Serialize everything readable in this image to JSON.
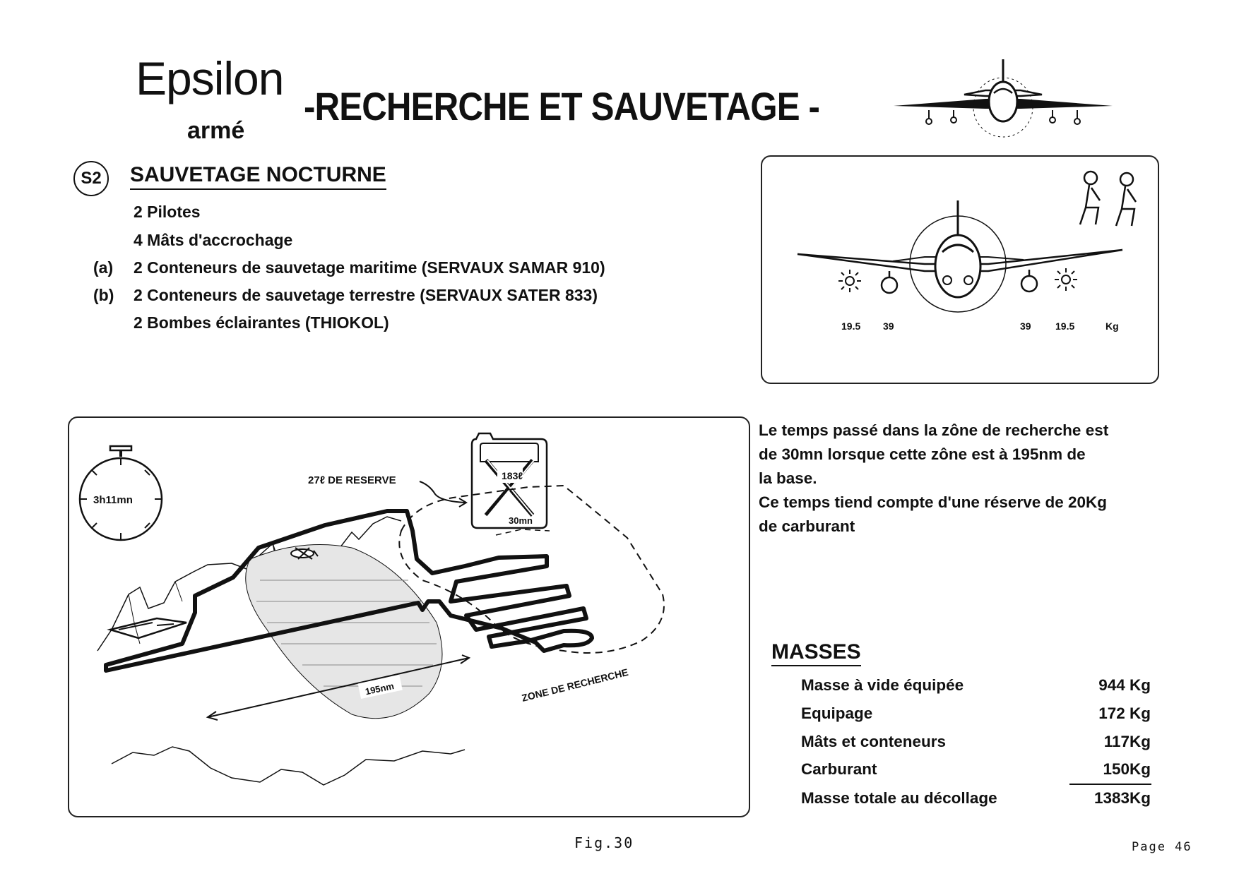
{
  "header": {
    "brand": "Epsilon",
    "brand_sub": "armé",
    "title": "-RECHERCHE ET SAUVETAGE -"
  },
  "section": {
    "badge": "S2",
    "title": "SAUVETAGE NOCTURNE"
  },
  "equipment": [
    {
      "tag": "",
      "text": "2 Pilotes"
    },
    {
      "tag": "",
      "text": "4 Mâts d'accrochage"
    },
    {
      "tag": "(a)",
      "text": "2 Conteneurs de sauvetage maritime  (SERVAUX SAMAR 910)"
    },
    {
      "tag": "(b)",
      "text": "2 Conteneurs de sauvetage terrestre (SERVAUX SATER 833)"
    },
    {
      "tag": "",
      "text": "2 Bombes éclairantes (THIOKOL)"
    }
  ],
  "loadout": {
    "labels": [
      "19.5",
      "39",
      "39",
      "19.5",
      "Kg"
    ]
  },
  "mission_map": {
    "timer": "3h11mn",
    "reserve_label": "27ℓ DE RESERVE",
    "jerrycan": "183ℓ",
    "duration": "30mn",
    "distance": "195nm",
    "zone": "ZONE DE RECHERCHE"
  },
  "note": {
    "lines": [
      "Le temps passé dans la zône de recherche est",
      "de 30mn lorsque cette zône est à 195nm de",
      "la base.",
      "Ce temps tiend compte d'une réserve de 20Kg",
      "de carburant"
    ]
  },
  "masses": {
    "title": "MASSES",
    "rows": [
      {
        "label": "Masse à vide équipée",
        "value": "944 Kg"
      },
      {
        "label": "Equipage",
        "value": "172 Kg"
      },
      {
        "label": "Mâts et conteneurs",
        "value": "117Kg"
      },
      {
        "label": "Carburant",
        "value": "150Kg"
      },
      {
        "label": "Masse totale au décollage",
        "value": "1383Kg"
      }
    ]
  },
  "footer": {
    "figure": "Fig.30",
    "page": "Page 46"
  }
}
